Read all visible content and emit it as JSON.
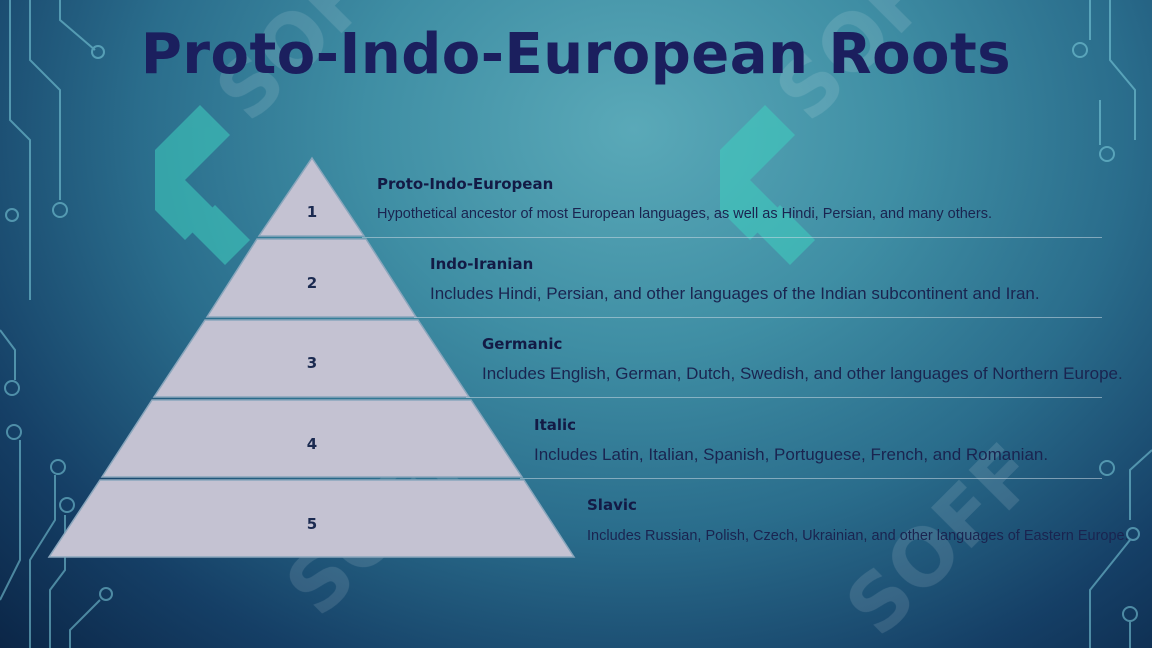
{
  "title": "Proto-Indo-European Roots",
  "watermark": "SOFF",
  "levels": [
    {
      "num": "1",
      "title": "Proto-Indo-European",
      "desc": "Hypothetical ancestor of most European languages, as well as Hindi, Persian, and many others."
    },
    {
      "num": "2",
      "title": "Indo-Iranian",
      "desc": "Includes Hindi, Persian, and other languages of the Indian subcontinent and Iran."
    },
    {
      "num": "3",
      "title": "Germanic",
      "desc": "Includes English, German, Dutch, Swedish, and other languages of Northern Europe."
    },
    {
      "num": "4",
      "title": "Italic",
      "desc": "Includes Latin, Italian, Spanish, Portuguese, French, and Romanian."
    },
    {
      "num": "5",
      "title": "Slavic",
      "desc": "Includes Russian, Polish, Czech, Ukrainian, and other languages of Eastern Europe."
    }
  ],
  "colors": {
    "title": "#1b1f5e",
    "pyramid_fill": "#c4c2d2",
    "background_light": "#5aa9b8",
    "background_dark": "#0b2647"
  }
}
